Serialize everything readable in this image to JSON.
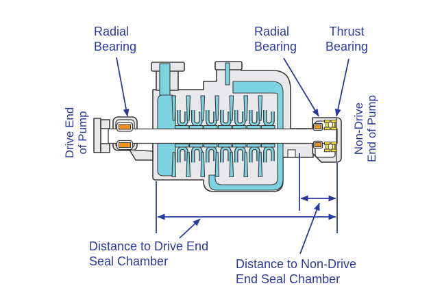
{
  "colors": {
    "label_blue": "#2a3a9c",
    "dimension_line_blue": "#2a3a9c",
    "casing_gray": "#e9e9ec",
    "fluid_cyan": "#7ed3e2",
    "radial_bearing_orange": "#f0931e",
    "thrust_bearing_yellow": "#f2e33c",
    "outline_dark": "#3b3b3b",
    "shaft_white": "#ffffff"
  },
  "labels": {
    "radial_bearing_left": {
      "line1": "Radial",
      "line2": "Bearing"
    },
    "radial_bearing_right": {
      "line1": "Radial",
      "line2": "Bearing"
    },
    "thrust_bearing": {
      "line1": "Thrust",
      "line2": "Bearing"
    },
    "drive_end": {
      "line1": "Drive End",
      "line2": "of Pump"
    },
    "non_drive_end": {
      "line1": "Non-Drive",
      "line2": "End of Pump"
    },
    "distance_drive_end": {
      "line1": "Distance to Drive End",
      "line2": "Seal Chamber"
    },
    "distance_non_drive_end": {
      "line1": "Distance to Non-Drive",
      "line2": "End Seal Chamber"
    }
  }
}
